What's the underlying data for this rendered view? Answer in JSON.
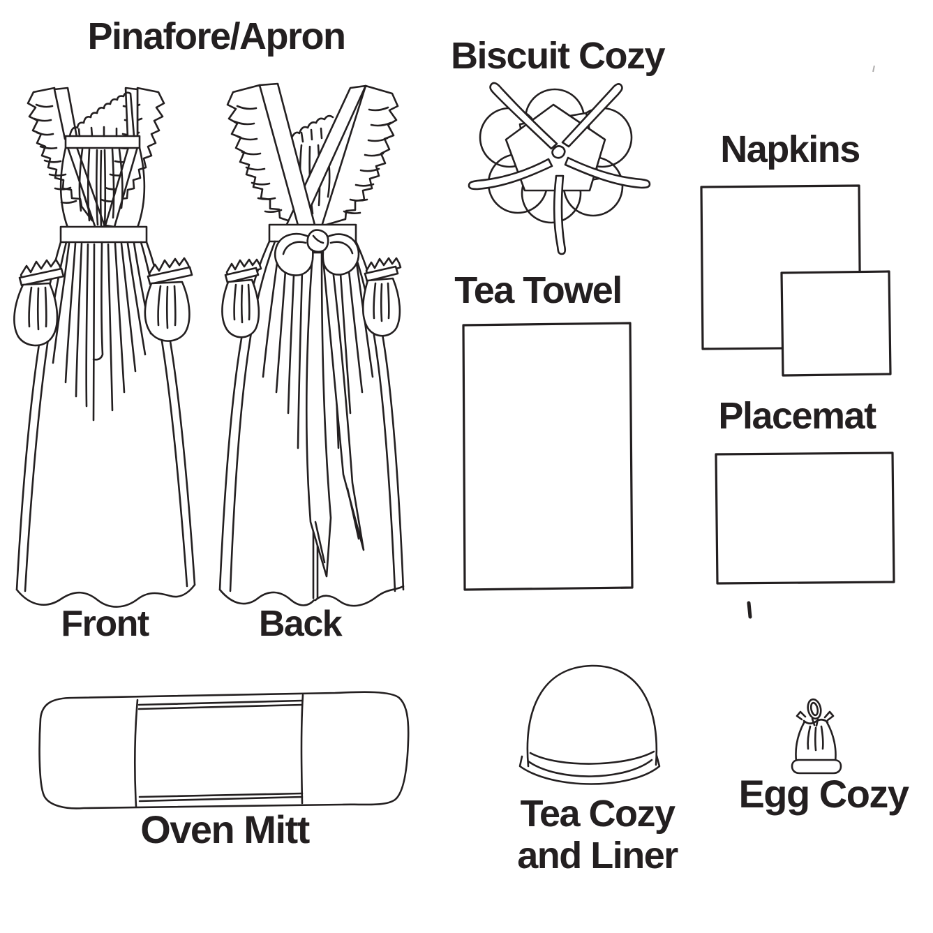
{
  "page": {
    "background": "#ffffff",
    "ink": "#231f20"
  },
  "sections": {
    "pinafore": {
      "title": "Pinafore/Apron",
      "front_label": "Front",
      "back_label": "Back"
    },
    "biscuit_cozy": {
      "title": "Biscuit Cozy"
    },
    "napkins": {
      "title": "Napkins"
    },
    "tea_towel": {
      "title": "Tea Towel"
    },
    "placemat": {
      "title": "Placemat"
    },
    "oven_mitt": {
      "title": "Oven Mitt"
    },
    "tea_cozy": {
      "title_line1": "Tea Cozy",
      "title_line2": "and Liner"
    },
    "egg_cozy": {
      "title": "Egg Cozy"
    }
  }
}
